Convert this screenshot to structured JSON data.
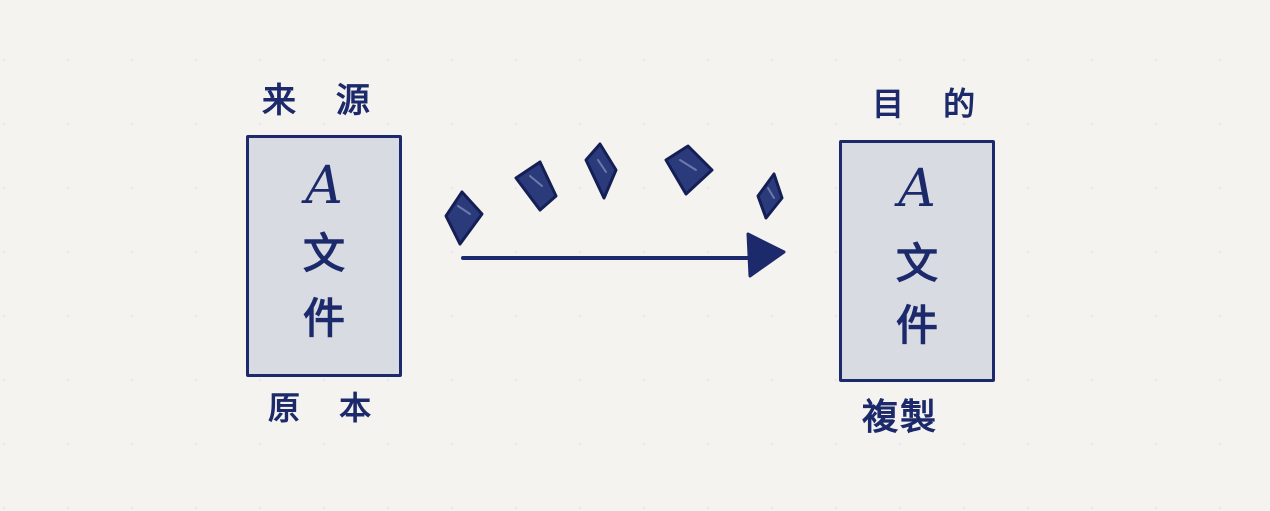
{
  "source": {
    "top_label": "来 源",
    "file_letter": "A",
    "file_word": [
      "文",
      "件"
    ],
    "bottom_label": "原 本"
  },
  "destination": {
    "top_label": "目 的",
    "file_letter": "A",
    "file_word": [
      "文",
      "件"
    ],
    "bottom_label": "複製"
  },
  "colors": {
    "ink": "#1c2a6b",
    "box_fill": "#d9dbe2",
    "background": "#f4f3f0"
  }
}
